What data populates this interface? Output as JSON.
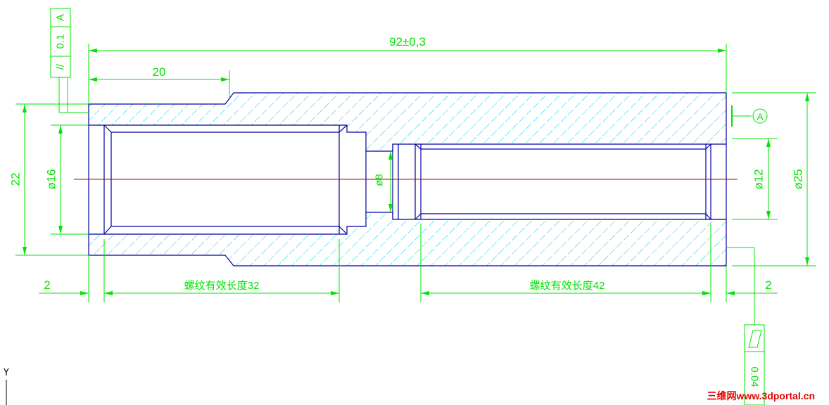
{
  "drawing": {
    "overall_length": "92±0,3",
    "step_length": "20",
    "height_left": "22",
    "bore_left": "ø16",
    "neck": "ø8",
    "bore_right": "ø12",
    "outer_dia": "ø25",
    "chamfer_left": "2",
    "chamfer_right": "2",
    "thread_left": "螺纹有效长度32",
    "thread_right": "螺纹有效长度42",
    "datum": "A",
    "parallel_tol": {
      "symbol": "//",
      "value": "0.1",
      "datum": "A"
    },
    "cylindricity_tol": {
      "value": "0.04"
    }
  },
  "ucs": {
    "axis_label": "Y"
  },
  "watermark": "三维网www.3dportal.cn",
  "colors": {
    "outline": "#0000a0",
    "hatch": "#00c8e8",
    "dimension": "#00e400",
    "centerline": "#b40000",
    "watermark": "#e60000"
  }
}
